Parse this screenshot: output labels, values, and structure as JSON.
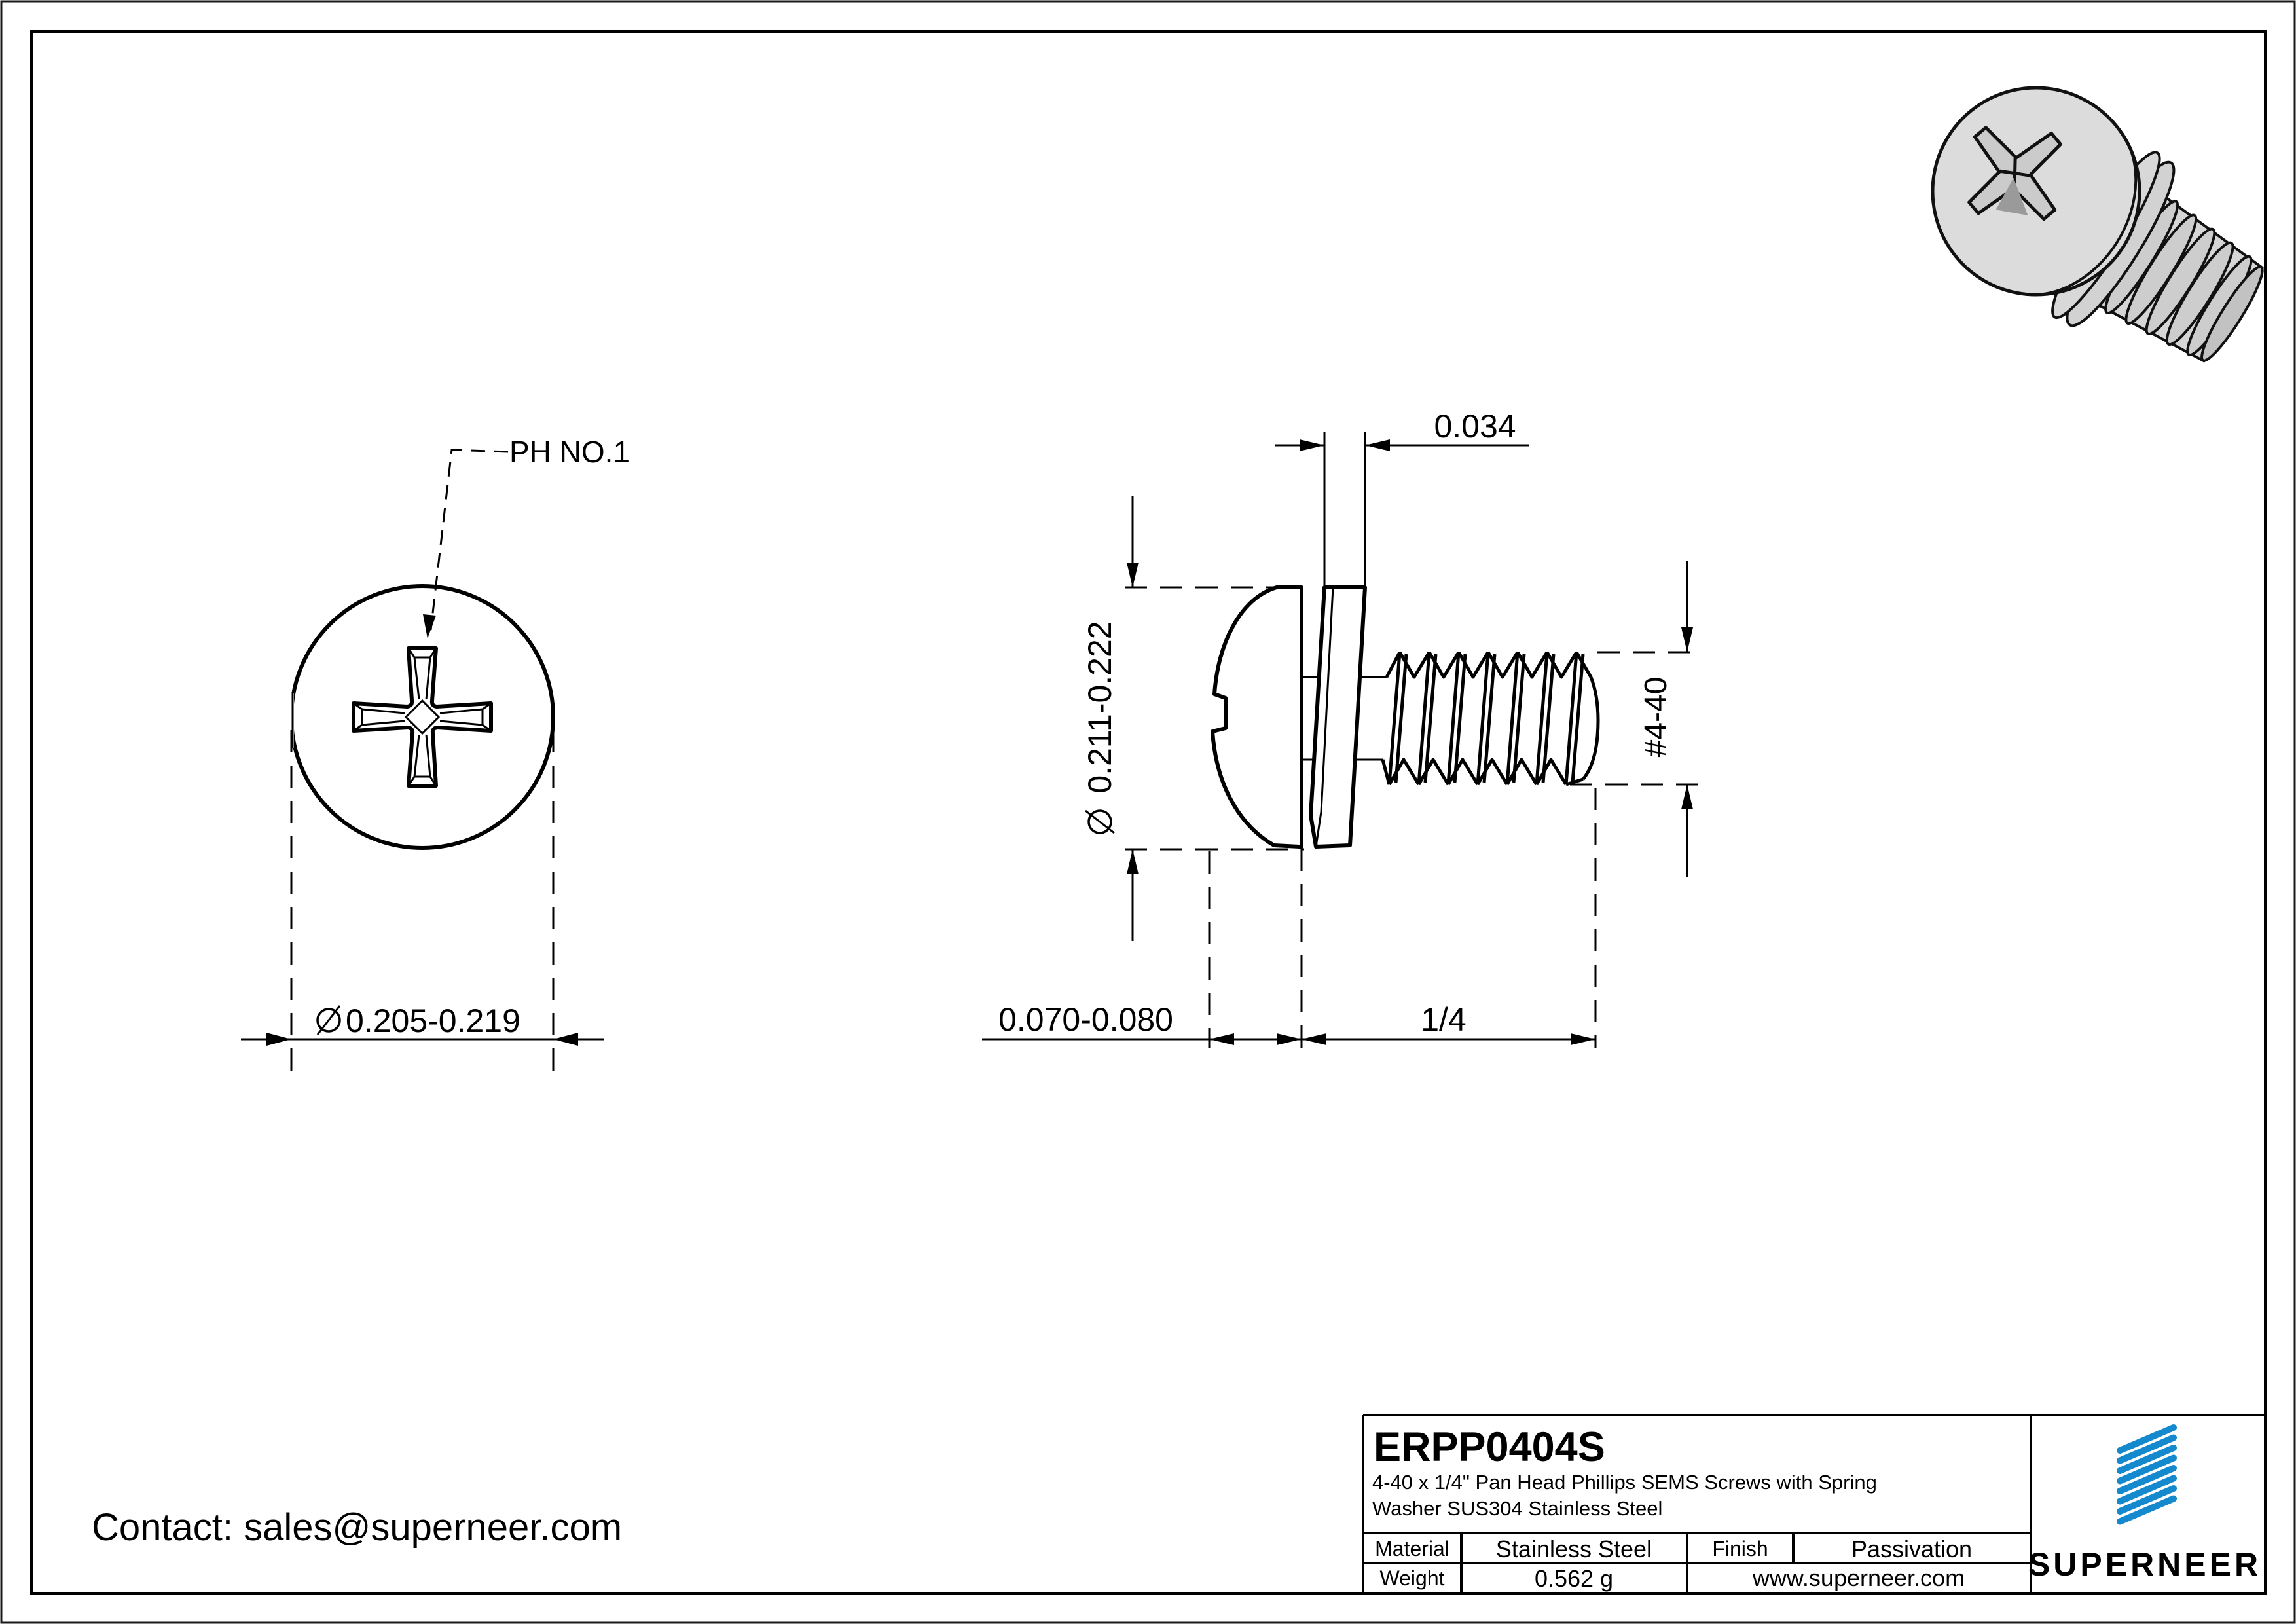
{
  "top_view": {
    "callout": "PH NO.1",
    "diameter": "0.205-0.219"
  },
  "side_view": {
    "washer_thickness": "0.034",
    "head_od": "0.211-0.222",
    "thread_spec": "#4-40",
    "head_height": "0.070-0.080",
    "length": "1/4"
  },
  "contact": {
    "line": "Contact: sales@superneer.com"
  },
  "title_block": {
    "part_number": "ERPP0404S",
    "description_line1": "4-40 x 1/4\" Pan Head Phillips SEMS Screws with Spring",
    "description_line2": "Washer SUS304 Stainless Steel",
    "material_label": "Material",
    "material_value": "Stainless Steel",
    "finish_label": "Finish",
    "finish_value": "Passivation",
    "weight_label": "Weight",
    "weight_value": "0.562 g",
    "website": "www.superneer.com",
    "brand": "SUPERNEER"
  },
  "colors": {
    "accent": "#1489CE",
    "line": "#000000"
  }
}
